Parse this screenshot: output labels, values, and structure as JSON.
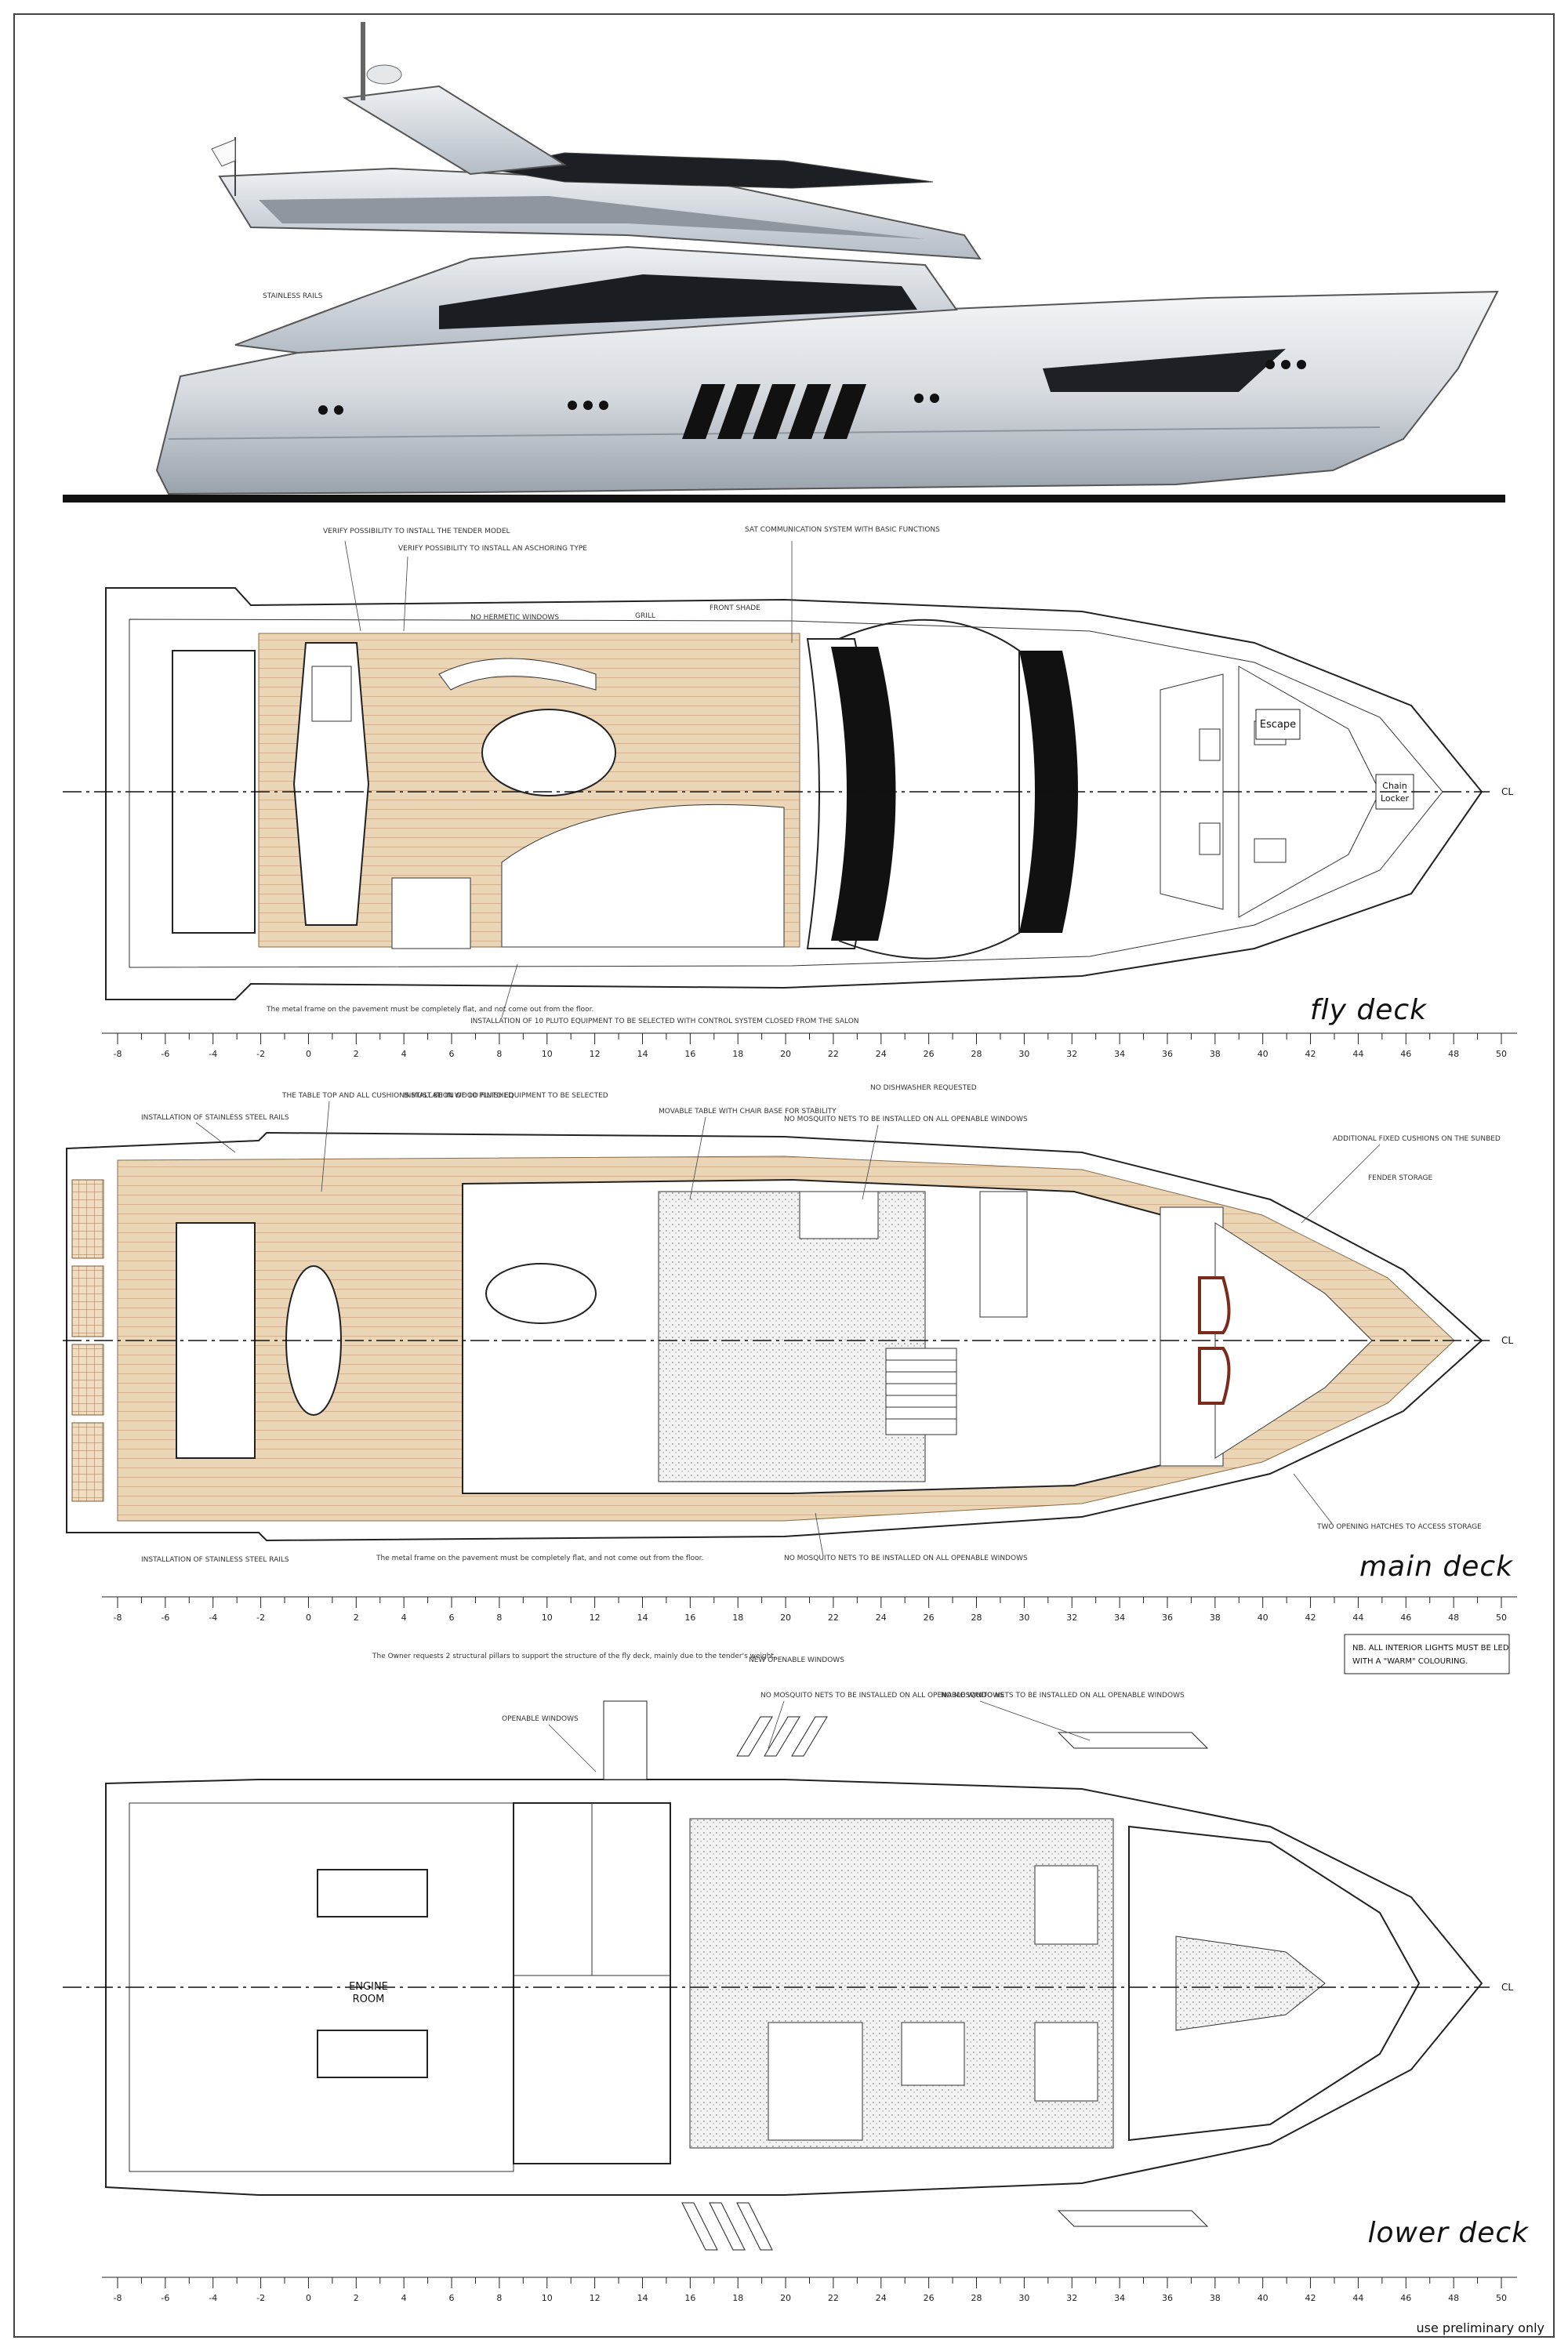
{
  "decks": {
    "fly": {
      "title": "fly deck"
    },
    "main": {
      "title": "main deck"
    },
    "lower": {
      "title": "lower deck"
    }
  },
  "scale": {
    "ticks": [
      "-8",
      "-6",
      "-4",
      "-2",
      "0",
      "2",
      "4",
      "6",
      "8",
      "10",
      "12",
      "14",
      "16",
      "18",
      "20",
      "22",
      "24",
      "26",
      "28",
      "30",
      "32",
      "34",
      "36",
      "38",
      "40",
      "42",
      "44",
      "46",
      "48",
      "50"
    ]
  },
  "labels": {
    "centerline": "CL",
    "escape": "Escape",
    "chain_locker": [
      "Chain",
      "Locker"
    ],
    "engine_room": [
      "ENGINE",
      "ROOM"
    ],
    "led_note": [
      "NB. ALL INTERIOR LIGHTS MUST BE LED",
      "WITH A \"WARM\" COLOURING."
    ],
    "footer": "use preliminary only"
  },
  "notes": {
    "fly_top": [
      "VERIFY POSSIBILITY TO INSTALL THE TENDER MODEL",
      "VERIFY POSSIBILITY TO INSTALL AN ASCHORING TYPE",
      "NO HERMETIC WINDOWS",
      "GRILL",
      "FRONT SHADE",
      "SAT COMMUNICATION SYSTEM WITH BASIC FUNCTIONS"
    ],
    "fly_bottom": [
      "The metal frame on the pavement must be completely flat, and not come out from the floor.",
      "INSTALLATION OF 10 PLUTO EQUIPMENT TO BE SELECTED WITH CONTROL SYSTEM CLOSED FROM THE SALON"
    ],
    "main_top": [
      "INSTALLATION OF STAINLESS STEEL RAILS",
      "THE TABLE TOP AND ALL CUSHIONS MUST BE IN WOOD FINISHED",
      "INSTALLATION OF 10 PLUTO EQUIPMENT TO BE SELECTED",
      "MOVABLE TABLE WITH CHAIR BASE FOR STABILITY",
      "NO MOSQUITO NETS TO BE INSTALLED ON ALL OPENABLE WINDOWS",
      "NO DISHWASHER REQUESTED",
      "ADDITIONAL FIXED CUSHIONS ON THE SUNBED",
      "FENDER STORAGE"
    ],
    "main_bottom": [
      "INSTALLATION OF STAINLESS STEEL RAILS",
      "The metal frame on the pavement must be completely flat, and not come out from the floor.",
      "NO MOSQUITO NETS TO BE INSTALLED ON ALL OPENABLE WINDOWS",
      "TWO OPENING HATCHES TO ACCESS STORAGE"
    ],
    "pillars": "The Owner requests 2 structural pillars to support the structure of the fly deck, mainly due to the tender's weight.",
    "lower": [
      "OPENABLE WINDOWS",
      "NO MOSQUITO NETS TO BE INSTALLED ON ALL OPENABLE WINDOWS",
      "NEW OPENABLE WINDOWS",
      "NO MOSQUITO NETS TO BE INSTALLED ON ALL OPENABLE WINDOWS"
    ]
  },
  "colors": {
    "teak": "#e9d3b4",
    "line": "#222222",
    "hull": "#d9dde2"
  }
}
